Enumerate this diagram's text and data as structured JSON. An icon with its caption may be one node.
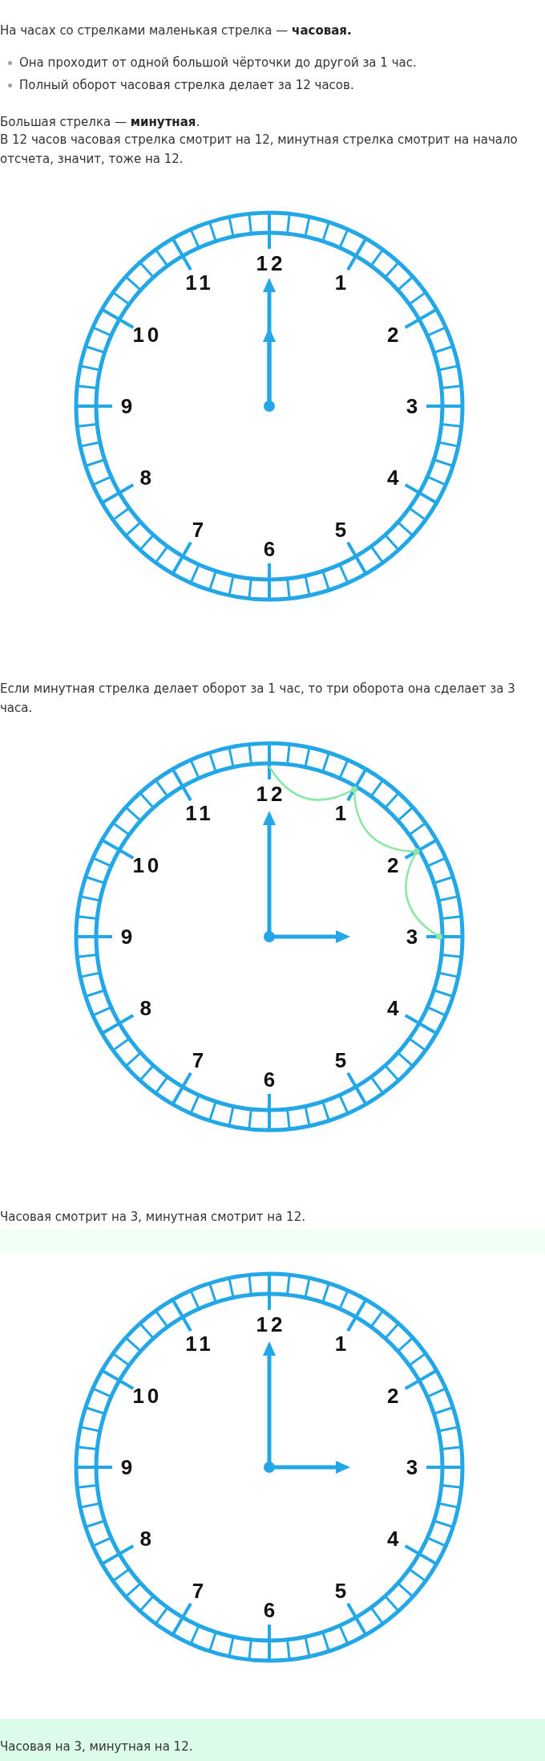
{
  "diagram": {
    "nodes": [
      {
        "text": [
          "12",
          "1",
          "2",
          "3",
          "4",
          "5",
          "6",
          "7",
          "8",
          "9",
          "10",
          "11"
        ]
      },
      {
        "text": [
          "12",
          "1",
          "2",
          "3",
          "4",
          "5",
          "6",
          "7",
          "8",
          "9",
          "10",
          "11"
        ]
      },
      {
        "text": [
          "12",
          "1",
          "2",
          "3",
          "4",
          "5",
          "6",
          "7",
          "8",
          "9",
          "10",
          "11"
        ]
      }
    ],
    "labels": [
      "На часах со стрелками маленькая стрелка — **часовая.**",
      "Она проходит от одной большой чёрточки до другой за 1 час.",
      "Полный оборот часовая стрелка делает за 12 часов.",
      "Большая стрелка — **минутная**.",
      "В 12 часов часовая стрелка смотрит на 12, минутная стрелка смотрит на начало отсчета, значит, тоже на 12.",
      "Если минутная стрелка делает оборот за 1 час, то три оборота она сделает за 3 часа.",
      "Часовая смотрит на 3, минутная смотрит на 12.",
      "Часовая на 3, минутная на 12."
    ]
  }
}
